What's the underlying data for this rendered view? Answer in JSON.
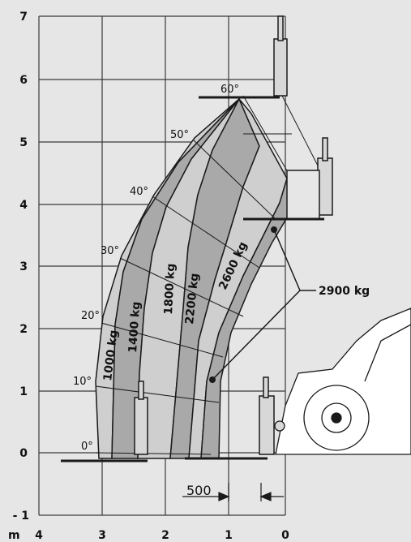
{
  "chart_data": {
    "type": "load_chart",
    "y_axis": {
      "unit": "",
      "range": [
        -1,
        7
      ],
      "ticks": [
        "- 1",
        "0",
        "1",
        "2",
        "3",
        "4",
        "5",
        "6",
        "7"
      ]
    },
    "x_axis": {
      "unit_label": "m",
      "range": [
        0,
        4
      ],
      "ticks": [
        "4",
        "3",
        "2",
        "1",
        "0"
      ]
    },
    "angles": [
      "0°",
      "10°",
      "20°",
      "30°",
      "40°",
      "50°",
      "60°"
    ],
    "load_zones": [
      {
        "label": "1000 kg",
        "shade": "#cfcfcf"
      },
      {
        "label": "1400 kg",
        "shade": "#a9a9a9"
      },
      {
        "label": "1800 kg",
        "shade": "#cfcfcf"
      },
      {
        "label": "2200 kg",
        "shade": "#a9a9a9"
      },
      {
        "label": "2600 kg",
        "shade": "#cfcfcf"
      },
      {
        "label": "2900 kg",
        "shade": "#a9a9a9"
      }
    ],
    "dimension": {
      "label": "500",
      "unit": "mm"
    },
    "grid": true,
    "colors": {
      "background": "#e6e6e6",
      "grid": "#3a3a3a",
      "line": "#1a1a1a"
    }
  }
}
